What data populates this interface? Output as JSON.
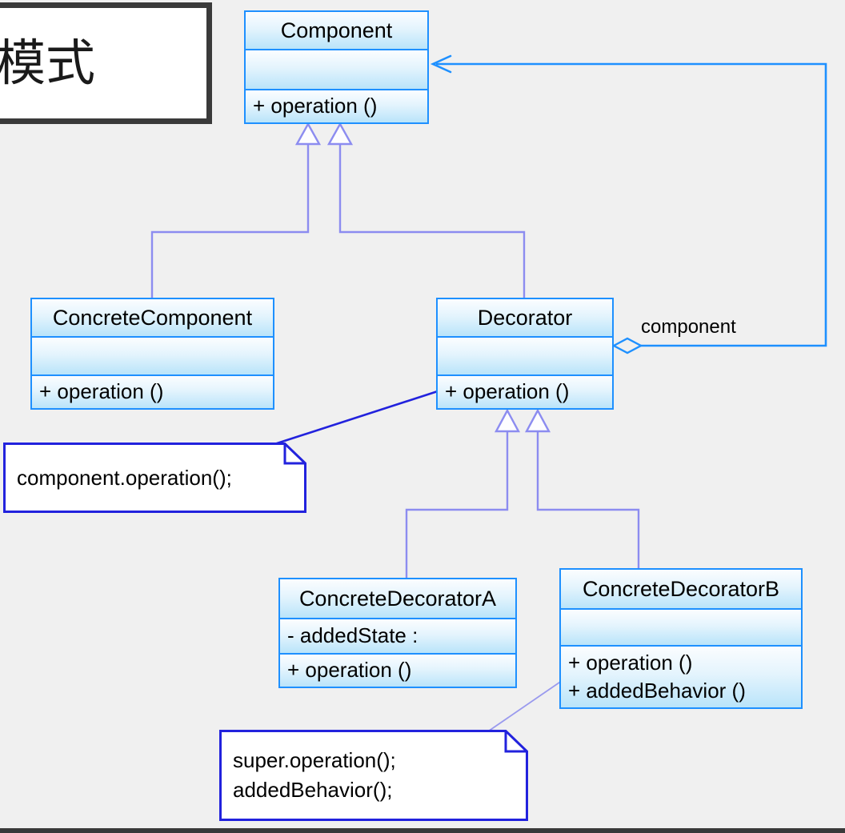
{
  "diagram": {
    "type": "uml-class-diagram",
    "pattern_title": "模式",
    "background_color": "#f0f0f0",
    "class_border_color": "#1E90FF",
    "generalization_color": "#8C8CF0",
    "aggregation_color": "#1E90FF",
    "note_border_color": "#2222DD",
    "title_border_color": "#3a3a3a"
  },
  "classes": {
    "component": {
      "name": "Component",
      "attributes": [],
      "operations": [
        "+  operation ()"
      ]
    },
    "concrete_component": {
      "name": "ConcreteComponent",
      "attributes": [],
      "operations": [
        "+  operation ()"
      ]
    },
    "decorator": {
      "name": "Decorator",
      "attributes": [],
      "operations": [
        "+  operation ()"
      ]
    },
    "concrete_decorator_a": {
      "name": "ConcreteDecoratorA",
      "attributes": [
        "-  addedState :"
      ],
      "operations": [
        "+  operation ()"
      ]
    },
    "concrete_decorator_b": {
      "name": "ConcreteDecoratorB",
      "attributes": [],
      "operations": [
        "+  operation ()",
        "+  addedBehavior ()"
      ]
    }
  },
  "notes": {
    "decorator_note": {
      "line1": "component.operation();"
    },
    "concrete_decorator_b_note": {
      "line1": "super.operation();",
      "line2": "addedBehavior();"
    }
  },
  "edges": {
    "aggregation_role_label": "component",
    "relationships": [
      {
        "kind": "generalization",
        "from": "ConcreteComponent",
        "to": "Component"
      },
      {
        "kind": "generalization",
        "from": "Decorator",
        "to": "Component"
      },
      {
        "kind": "generalization",
        "from": "ConcreteDecoratorA",
        "to": "Decorator"
      },
      {
        "kind": "generalization",
        "from": "ConcreteDecoratorB",
        "to": "Decorator"
      },
      {
        "kind": "aggregation",
        "from": "Decorator",
        "to": "Component",
        "role": "component"
      },
      {
        "kind": "note-anchor",
        "from": "component.operation();",
        "to": "Decorator"
      },
      {
        "kind": "note-anchor",
        "from": "super.operation(); addedBehavior();",
        "to": "ConcreteDecoratorB"
      }
    ]
  }
}
